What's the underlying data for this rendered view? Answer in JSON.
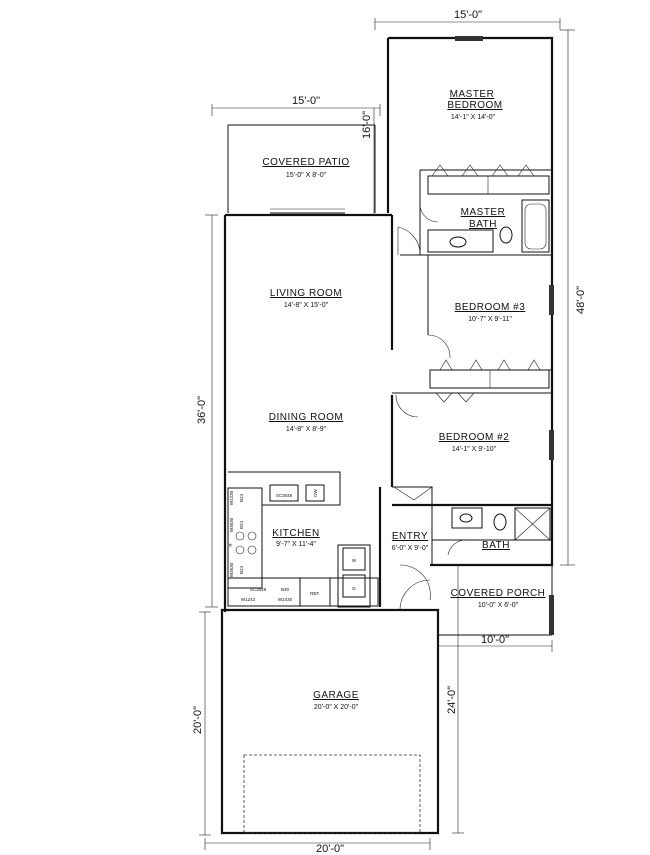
{
  "rooms": {
    "master_bedroom": {
      "name_line1": "MASTER",
      "name_line2": "BEDROOM",
      "size": "14'-1\" X 14'-0\""
    },
    "covered_patio": {
      "name": "COVERED PATIO",
      "size": "15'-0\" X 8'-0\""
    },
    "master_bath": {
      "name_line1": "MASTER",
      "name_line2": "BATH"
    },
    "living_room": {
      "name": "LIVING ROOM",
      "size": "14'-8\" X 15'-0\""
    },
    "bedroom3": {
      "name": "BEDROOM #3",
      "size": "10'-7\" X 9'-11\""
    },
    "dining_room": {
      "name": "DINING ROOM",
      "size": "14'-8\" X 8'-9\""
    },
    "bedroom2": {
      "name": "BEDROOM #2",
      "size": "14'-1\" X 9'-10\""
    },
    "kitchen": {
      "name": "KITCHEN",
      "size": "9'-7\" X 11'-4\""
    },
    "entry": {
      "name": "ENTRY",
      "size": "6'-0\" X 9'-0\""
    },
    "bath": {
      "name": "BATH"
    },
    "covered_porch": {
      "name": "COVERED PORCH",
      "size": "10'-0\" X 6'-0\""
    },
    "garage": {
      "name": "GARAGE",
      "size": "20'-0\" X 20'-0\""
    }
  },
  "dimensions": {
    "top_right": "15'-0\"",
    "top_left": "15'-0\"",
    "patio_depth": "16'-0\"",
    "right_total": "48'-0\"",
    "left_house": "36'-0\"",
    "porch_width": "10'-0\"",
    "garage_right": "24'-0\"",
    "garage_left": "20'-0\"",
    "garage_bottom": "20'-0\""
  },
  "fixtures": {
    "dw": "DW",
    "ref": "REF.",
    "stove": "R",
    "washer": "W",
    "dryer": "D",
    "cab_sb": "SC3048",
    "cab_left": [
      "W1230",
      "B24",
      "W3030",
      "B24",
      "W3630",
      "B24"
    ],
    "cab_bottom": [
      "SC3048",
      "B30",
      "W1242",
      "W2430"
    ]
  }
}
